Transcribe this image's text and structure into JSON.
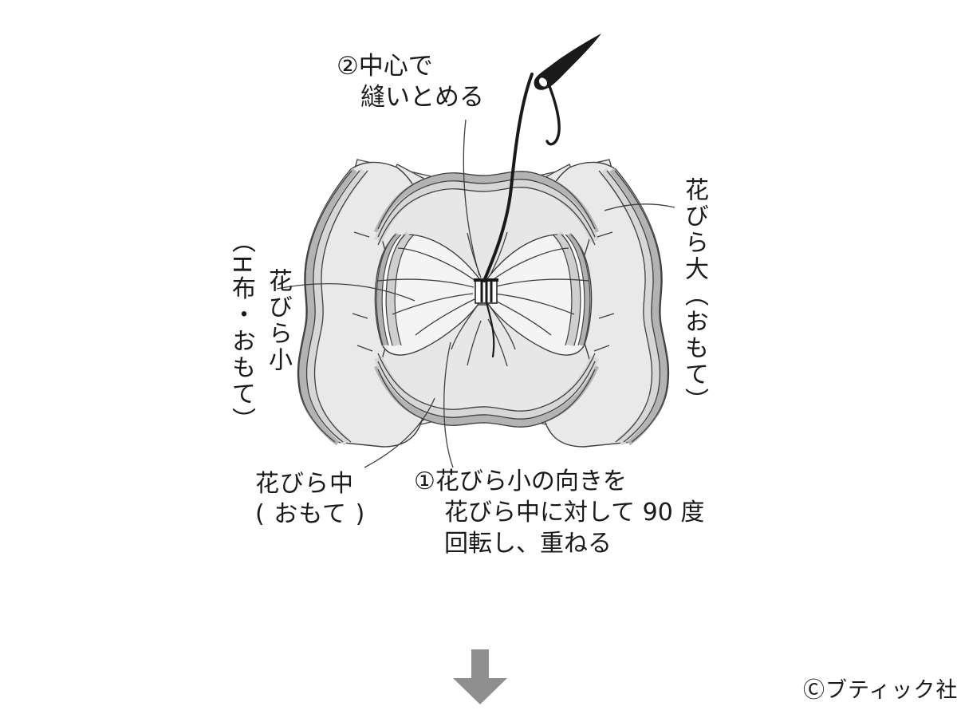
{
  "figure": {
    "description": "Craft instruction diagram: layered fabric flower petals stitched at center with needle and thread",
    "step2": {
      "line1": "②中心で",
      "line2": "縫いとめる"
    },
    "step1": {
      "line1": "①花びら小の向きを",
      "line2": "花びら中に対して 90 度",
      "line3": "回転し、重ねる"
    },
    "petal_large_label": "花びら大（おもて）",
    "petal_small_label": "花びら小",
    "petal_small_paren": "（H布・おもて）",
    "petal_mid_line1": "花びら中",
    "petal_mid_line2": "( おもて )",
    "arrow_direction": "down",
    "copyright": "Ⓒブティック社"
  },
  "colors": {
    "background": "#ffffff",
    "outline": "#3f3f3f",
    "petal_body": "#e9e9e9",
    "petal_mid_body": "#e7e7e7",
    "band_dark": "#b3b3b3",
    "band_light": "#d7d7d7",
    "lobe_fill": "#f4f4f4",
    "lobe_band_dark": "#b0b0b0",
    "lobe_band_light": "#cfcfcf",
    "thread": "#1a1a1a",
    "arrow": "#8f8f8f",
    "text": "#1a1a1a"
  }
}
